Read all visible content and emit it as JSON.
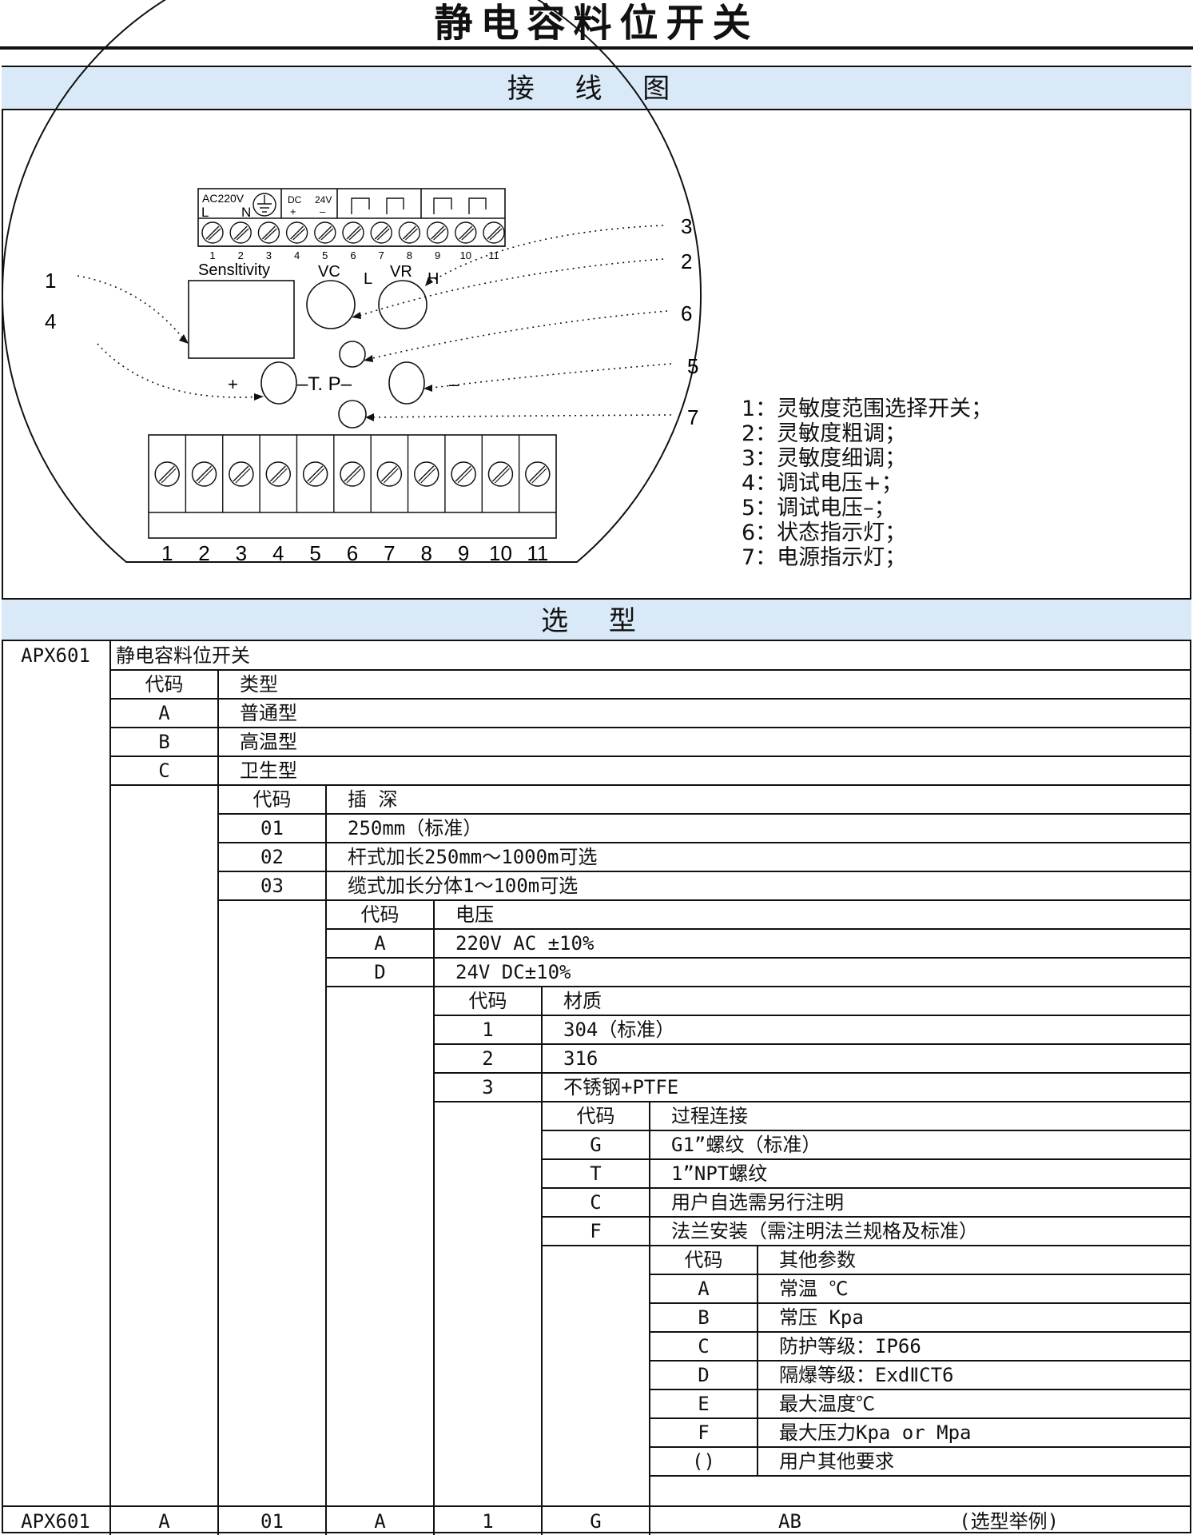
{
  "title": "静电容料位开关",
  "wiring": {
    "header": "接 线 图",
    "top_terminal": {
      "ac_label": "AC220V",
      "l_label": "L",
      "n_label": "N",
      "dc_label": "DC",
      "v24_label": "24V",
      "plus_label": "+",
      "minus_label": "–",
      "numbers": [
        "1",
        "2",
        "3",
        "4",
        "5",
        "6",
        "7",
        "8",
        "9",
        "10",
        "11"
      ]
    },
    "sensitivity_label": "Sensltivity",
    "vc_label": "VC",
    "vr_label": "VR",
    "l_label": "L",
    "h_label": "H",
    "tp_label": "–T. P–",
    "plus_label": "+",
    "minus_label": "–",
    "bottom_numbers": [
      "1",
      "2",
      "3",
      "4",
      "5",
      "6",
      "7",
      "8",
      "9",
      "10",
      "11"
    ],
    "callouts": [
      "1",
      "4",
      "3",
      "2",
      "6",
      "5",
      "7"
    ],
    "legend": [
      "1：灵敏度范围选择开关；",
      "2：灵敏度粗调；",
      "3：灵敏度细调；",
      "4：调试电压+；",
      "5：调试电压–；",
      "6：状态指示灯；",
      "7：电源指示灯；"
    ]
  },
  "selection": {
    "header": "选 型",
    "model": "APX601",
    "model_name": "静电容料位开关",
    "code_label": "代码",
    "type": {
      "label": "类型",
      "options": [
        {
          "code": "A",
          "name": "普通型"
        },
        {
          "code": "B",
          "name": "高温型"
        },
        {
          "code": "C",
          "name": "卫生型"
        }
      ]
    },
    "depth": {
      "label": "插 深",
      "options": [
        {
          "code": "01",
          "name": "250mm（标准）"
        },
        {
          "code": "02",
          "name": "杆式加长250mm～1000m可选"
        },
        {
          "code": "03",
          "name": "缆式加长分体1～100m可选"
        }
      ]
    },
    "voltage": {
      "label": "电压",
      "options": [
        {
          "code": "A",
          "name": "220V AC  ±10%"
        },
        {
          "code": "D",
          "name": "24V DC±10%"
        }
      ]
    },
    "material": {
      "label": "材质",
      "options": [
        {
          "code": "1",
          "name": "304（标准）"
        },
        {
          "code": "2",
          "name": "316"
        },
        {
          "code": "3",
          "name": "不锈钢+PTFE"
        }
      ]
    },
    "connection": {
      "label": "过程连接",
      "options": [
        {
          "code": "G",
          "name": "G1”螺纹（标准）"
        },
        {
          "code": "T",
          "name": "1”NPT螺纹"
        },
        {
          "code": "C",
          "name": "用户自选需另行注明"
        },
        {
          "code": "F",
          "name": "法兰安装（需注明法兰规格及标准）"
        }
      ]
    },
    "other": {
      "label": "其他参数",
      "options": [
        {
          "code": "A",
          "name": "常温  ℃"
        },
        {
          "code": "B",
          "name": "常压  Kpa"
        },
        {
          "code": "C",
          "name": "防护等级：IP66"
        },
        {
          "code": "D",
          "name": "隔爆等级：ExdⅡCT6"
        },
        {
          "code": "E",
          "name": "最大温度℃"
        },
        {
          "code": "F",
          "name": "最大压力Kpa or Mpa"
        },
        {
          "code": "()",
          "name": "用户其他要求"
        }
      ]
    },
    "example": {
      "model": "APX601",
      "type": "A",
      "depth": "01",
      "voltage": "A",
      "material": "1",
      "connection": "G",
      "other": "AB",
      "note": "(选型举例)"
    }
  }
}
